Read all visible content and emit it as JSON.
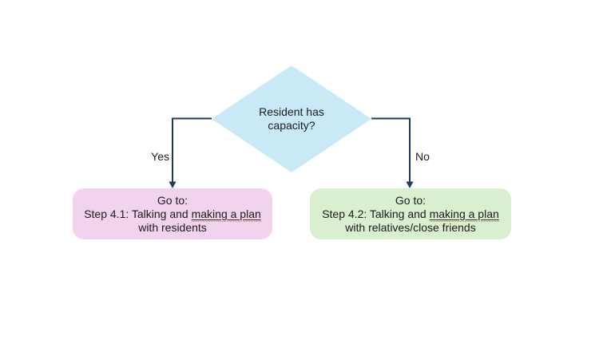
{
  "colors": {
    "diamond_fill": "#c9e9f7",
    "yes_box_fill": "#f2d3ee",
    "no_box_fill": "#d9efd0",
    "connector": "#1f3a5f",
    "text": "#1b1b1b",
    "proofing_underline_dots": "#cc8f47"
  },
  "diamond": {
    "question": "Resident has capacity?"
  },
  "branches": {
    "yes": {
      "label": "Yes",
      "box": {
        "line1": "Go to:",
        "line2_prefix": "Step 4.1: Talking and ",
        "line2_underlined": "making a plan",
        "line3": "with residents"
      }
    },
    "no": {
      "label": "No",
      "box": {
        "line1": "Go to:",
        "line2_prefix": "Step 4.2: Talking and ",
        "line2_underlined": "making a plan",
        "line3": "with relatives/close friends"
      }
    }
  }
}
